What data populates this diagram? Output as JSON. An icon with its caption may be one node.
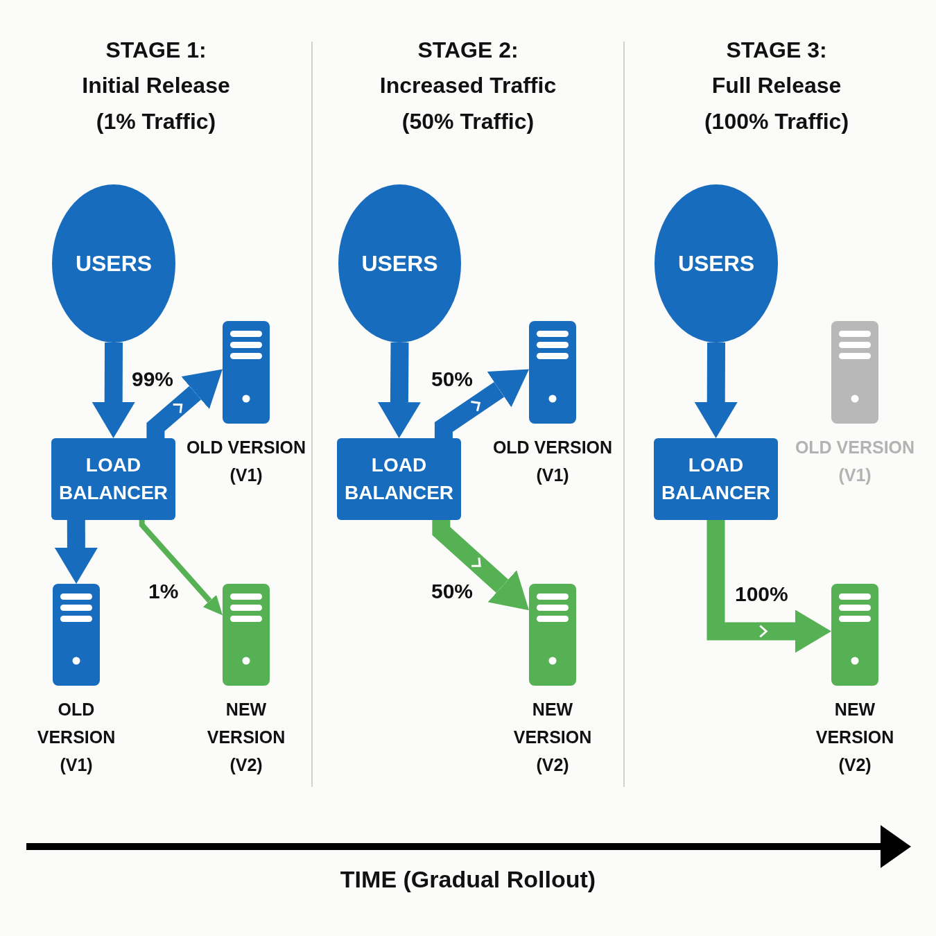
{
  "diagram": {
    "nodes": [
      {
        "text": [
          "USERS"
        ]
      },
      {
        "text": [
          "LOAD BALANCER"
        ]
      },
      {
        "text": [
          "OLD VERSION (V1)"
        ]
      },
      {
        "text": [
          "OLD VERSION (V1)"
        ]
      },
      {
        "text": [
          "NEW VERSION (V2)"
        ]
      },
      {
        "text": [
          "USERS"
        ]
      },
      {
        "text": [
          "LOAD BALANCER"
        ]
      },
      {
        "text": [
          "OLD VERSION (V1)"
        ]
      },
      {
        "text": [
          "NEW VERSION (V2)"
        ]
      },
      {
        "text": [
          "USERS"
        ]
      },
      {
        "text": [
          "LOAD BALANCER"
        ]
      },
      {
        "text": [
          "OLD VERSION (V1)"
        ]
      },
      {
        "text": [
          "NEW VERSION (V2)"
        ]
      }
    ],
    "edges": [
      {
        "from": 0,
        "to": 1,
        "arrow": "to"
      },
      {
        "from": 1,
        "to": 2,
        "arrow": "to",
        "label": "99%"
      },
      {
        "from": 1,
        "to": 3,
        "arrow": "to"
      },
      {
        "from": 1,
        "to": 4,
        "arrow": "to",
        "label": "1%",
        "color": "#56b054"
      },
      {
        "from": 5,
        "to": 6,
        "arrow": "to"
      },
      {
        "from": 6,
        "to": 7,
        "arrow": "to",
        "label": "50%"
      },
      {
        "from": 6,
        "to": 8,
        "arrow": "to",
        "label": "50%",
        "color": "#56b054"
      },
      {
        "from": 9,
        "to": 10,
        "arrow": "to"
      },
      {
        "from": 10,
        "to": 12,
        "arrow": "to",
        "label": "100%",
        "color": "#56b054"
      }
    ],
    "labels": [
      "STAGE 1:",
      "Initial Release (1% Traffic)",
      "STAGE 2:",
      "Increased Traffic (50% Traffic)",
      "STAGE 3:",
      "Full Release (100% Traffic)",
      "TIME (Gradual Rollout)"
    ]
  }
}
